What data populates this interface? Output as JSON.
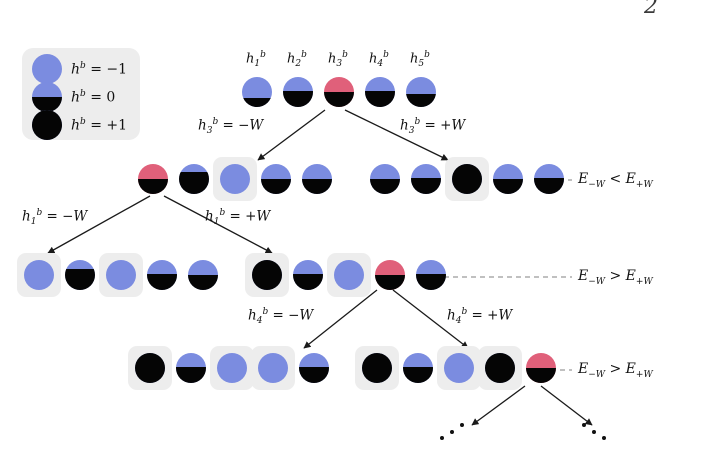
{
  "page": {
    "number": "2"
  },
  "legend": {
    "title": "spin-state-legend",
    "items": [
      {
        "state": "h^b = -1",
        "symbol_base": "h",
        "sup": "b",
        "value": "= −1",
        "fill": "blue",
        "fraction": 0.0
      },
      {
        "state": "h^b = 0",
        "symbol_base": "h",
        "sup": "b",
        "value": "= 0",
        "fill": "half",
        "fraction": 0.5
      },
      {
        "state": "h^b = +1",
        "symbol_base": "h",
        "sup": "b",
        "value": "= +1",
        "fill": "black",
        "fraction": 1.0
      }
    ]
  },
  "column_labels": [
    {
      "text": "h₁ᵇ",
      "base": "h",
      "sub": "1",
      "sup": "b"
    },
    {
      "text": "h₂ᵇ",
      "base": "h",
      "sub": "2",
      "sup": "b"
    },
    {
      "text": "h₃ᵇ",
      "base": "h",
      "sub": "3",
      "sup": "b"
    },
    {
      "text": "h₄ᵇ",
      "base": "h",
      "sub": "4",
      "sup": "b"
    },
    {
      "text": "h₅ᵇ",
      "base": "h",
      "sub": "5",
      "sup": "b"
    }
  ],
  "tree": {
    "levels": [
      {
        "name": "root-row",
        "nodes": [
          {
            "fraction": 0.3,
            "color": "blue",
            "highlighted": false
          },
          {
            "fraction": 0.55,
            "color": "blue",
            "highlighted": false
          },
          {
            "fraction": 0.5,
            "color": "red",
            "highlighted": false
          },
          {
            "fraction": 0.55,
            "color": "blue",
            "highlighted": false
          },
          {
            "fraction": 0.45,
            "color": "blue",
            "highlighted": false
          }
        ]
      },
      {
        "name": "level-2-left",
        "nodes": [
          {
            "fraction": 0.5,
            "color": "red",
            "highlighted": false
          },
          {
            "fraction": 0.75,
            "color": "blue",
            "highlighted": false
          },
          {
            "fraction": 0.0,
            "color": "blue",
            "highlighted": true
          },
          {
            "fraction": 0.5,
            "color": "blue",
            "highlighted": false
          },
          {
            "fraction": 0.5,
            "color": "blue",
            "highlighted": false
          }
        ]
      },
      {
        "name": "level-2-right",
        "nodes": [
          {
            "fraction": 0.5,
            "color": "blue",
            "highlighted": false
          },
          {
            "fraction": 0.55,
            "color": "blue",
            "highlighted": false
          },
          {
            "fraction": 1.0,
            "color": "blue",
            "highlighted": true
          },
          {
            "fraction": 0.5,
            "color": "blue",
            "highlighted": false
          },
          {
            "fraction": 0.55,
            "color": "blue",
            "highlighted": false
          }
        ]
      },
      {
        "name": "level-3-left",
        "nodes": [
          {
            "fraction": 0.0,
            "color": "blue",
            "highlighted": true
          },
          {
            "fraction": 0.7,
            "color": "blue",
            "highlighted": false
          },
          {
            "fraction": 0.0,
            "color": "blue",
            "highlighted": true
          },
          {
            "fraction": 0.55,
            "color": "blue",
            "highlighted": false
          },
          {
            "fraction": 0.5,
            "color": "blue",
            "highlighted": false
          }
        ]
      },
      {
        "name": "level-3-right",
        "nodes": [
          {
            "fraction": 1.0,
            "color": "blue",
            "highlighted": true
          },
          {
            "fraction": 0.55,
            "color": "blue",
            "highlighted": false
          },
          {
            "fraction": 0.0,
            "color": "blue",
            "highlighted": true
          },
          {
            "fraction": 0.5,
            "color": "red",
            "highlighted": false
          },
          {
            "fraction": 0.55,
            "color": "blue",
            "highlighted": false
          }
        ]
      },
      {
        "name": "level-4-left",
        "nodes": [
          {
            "fraction": 1.0,
            "color": "blue",
            "highlighted": true
          },
          {
            "fraction": 0.55,
            "color": "blue",
            "highlighted": false
          },
          {
            "fraction": 0.0,
            "color": "blue",
            "highlighted": true
          },
          {
            "fraction": 0.0,
            "color": "blue",
            "highlighted": true
          },
          {
            "fraction": 0.55,
            "color": "blue",
            "highlighted": false
          }
        ]
      },
      {
        "name": "level-4-right",
        "nodes": [
          {
            "fraction": 1.0,
            "color": "blue",
            "highlighted": true
          },
          {
            "fraction": 0.55,
            "color": "blue",
            "highlighted": false
          },
          {
            "fraction": 0.0,
            "color": "blue",
            "highlighted": true
          },
          {
            "fraction": 1.0,
            "color": "blue",
            "highlighted": true
          },
          {
            "fraction": 0.5,
            "color": "red",
            "highlighted": false
          }
        ]
      }
    ]
  },
  "edge_labels": [
    {
      "name": "edge-h3-minus",
      "base": "h",
      "sub": "3",
      "sup": "b",
      "value": "= −W"
    },
    {
      "name": "edge-h3-plus",
      "base": "h",
      "sub": "3",
      "sup": "b",
      "value": "= +W"
    },
    {
      "name": "edge-h1-minus",
      "base": "h",
      "sub": "1",
      "sup": "b",
      "value": "= −W"
    },
    {
      "name": "edge-h1-plus",
      "base": "h",
      "sub": "1",
      "sup": "b",
      "value": "= +W"
    },
    {
      "name": "edge-h4-minus",
      "base": "h",
      "sub": "4",
      "sup": "b",
      "value": "= −W"
    },
    {
      "name": "edge-h4-plus",
      "base": "h",
      "sub": "4",
      "sup": "b",
      "value": "= +W"
    }
  ],
  "energy_annotations": [
    {
      "name": "energy-comparison-1",
      "left": "E",
      "leftsub": "−W",
      "op": "<",
      "right": "E",
      "rightsub": "+W"
    },
    {
      "name": "energy-comparison-2",
      "left": "E",
      "leftsub": "−W",
      "op": ">",
      "right": "E",
      "rightsub": "+W"
    },
    {
      "name": "energy-comparison-3",
      "left": "E",
      "leftsub": "−W",
      "op": ">",
      "right": "E",
      "rightsub": "+W"
    }
  ],
  "colors": {
    "blue": "#7b8ce0",
    "black": "#050505",
    "red": "#e0607a",
    "highlight": "#ededed",
    "line": "#1a1a1a",
    "dashed": "#9a9a9a"
  }
}
